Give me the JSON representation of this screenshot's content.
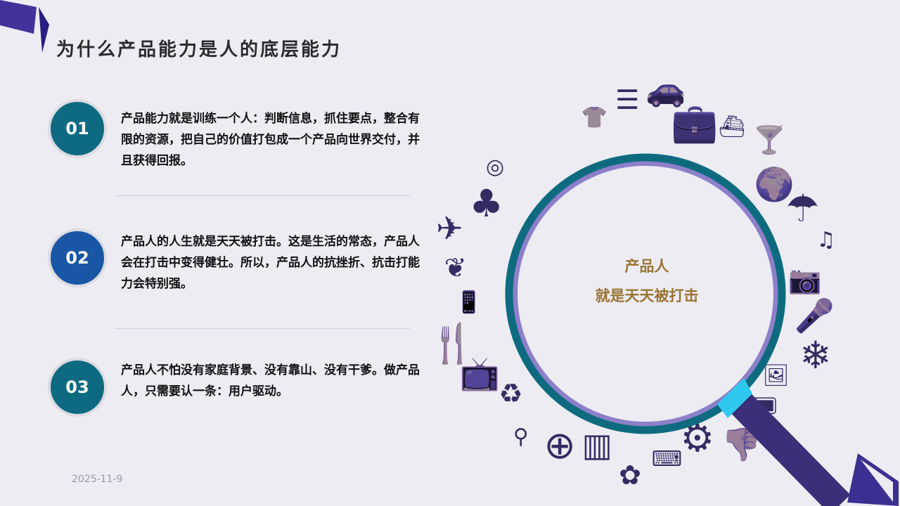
{
  "title": "为什么产品能力是人的底层能力",
  "items": [
    {
      "number": "01",
      "text": "产品能力就是训练一个人：判断信息，抓住要点，整合有限的资源，把自己的价值打包成一个产品向世界交付，并且获得回报。",
      "color": "#0e6a80"
    },
    {
      "number": "02",
      "text": "产品人的人生就是天天被打击。这是生活的常态，产品人会在打击中变得健壮。所以，产品人的抗挫折、抗击打能力会特别强。",
      "color": "#1a56a6"
    },
    {
      "number": "03",
      "text": "产品人不怕没有家庭背景、没有靠山、没有干爹。做产品人，只需要认一条：用户驱动。",
      "color": "#0e6a80"
    }
  ],
  "magnifier": {
    "line1": "产品人",
    "line2": "就是天天被打击"
  },
  "date": "2025-11-9",
  "icons": [
    "shirt-icon",
    "equalizer-icon",
    "car-icon",
    "briefcase-icon",
    "ship-icon",
    "cocktail-icon",
    "globe-icon",
    "umbrella-icon",
    "music-note-icon",
    "camera-icon",
    "microphone-icon",
    "snowflake-icon",
    "picture-icon",
    "computer-icon",
    "dislike-icon",
    "gear-icon",
    "keyboard-icon",
    "plant-icon",
    "chart-icon",
    "basketball-icon",
    "zoom-icon",
    "recycle-icon",
    "tv-icon",
    "cutlery-icon",
    "phone-icon",
    "leaf-icon",
    "airplane-icon",
    "clover-icon",
    "cd-icon"
  ],
  "colors": {
    "accent": "#473a98",
    "ring": "#0e6b7f",
    "handle": "#3a2f78",
    "collar": "#2ec8ef"
  }
}
